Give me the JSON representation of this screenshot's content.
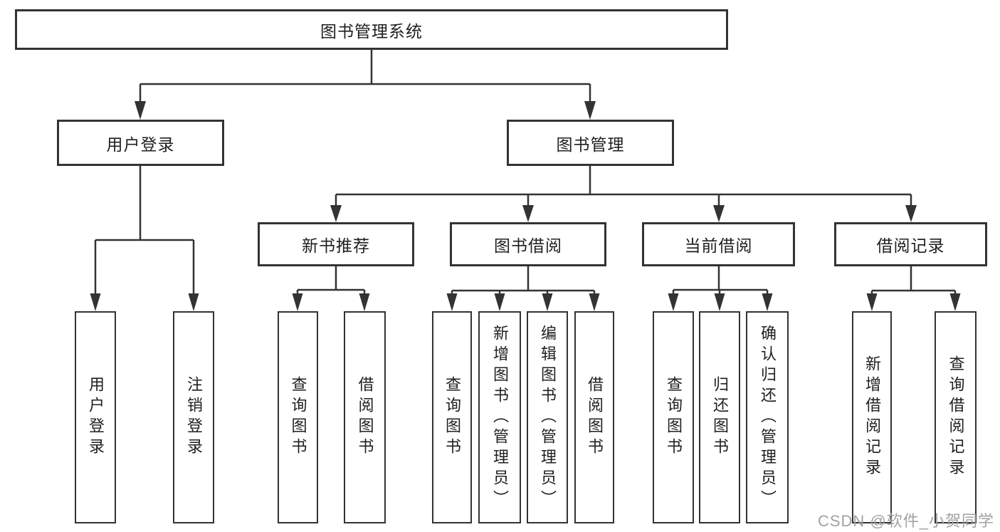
{
  "diagram": {
    "root": {
      "label": "图书管理系统",
      "children": [
        {
          "label": "用户登录",
          "children": [
            {
              "label": "用户登录"
            },
            {
              "label": "注销登录"
            }
          ]
        },
        {
          "label": "图书管理",
          "children": [
            {
              "label": "新书推荐",
              "children": [
                {
                  "label": "查询图书"
                },
                {
                  "label": "借阅图书"
                }
              ]
            },
            {
              "label": "图书借阅",
              "children": [
                {
                  "label": "查询图书"
                },
                {
                  "label": "新增图书（管理员）"
                },
                {
                  "label": "编辑图书（管理员）"
                },
                {
                  "label": "借阅图书"
                }
              ]
            },
            {
              "label": "当前借阅",
              "children": [
                {
                  "label": "查询图书"
                },
                {
                  "label": "归还图书"
                },
                {
                  "label": "确认归还（管理员）"
                }
              ]
            },
            {
              "label": "借阅记录",
              "children": [
                {
                  "label": "新增借阅记录"
                },
                {
                  "label": "查询借阅记录"
                }
              ]
            }
          ]
        }
      ]
    },
    "watermark": "CSDN @软件_小贺同学",
    "colors": {
      "line": "#333333",
      "box_border": "#333333",
      "text": "#1f1f1f",
      "background": "#ffffff",
      "watermark": "#a2a2a2"
    }
  }
}
